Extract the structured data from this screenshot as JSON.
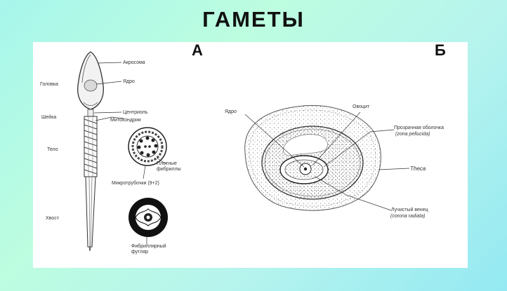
{
  "title": "ГАМЕТЫ",
  "panel_a": {
    "letter": "А",
    "left_labels": [
      "Головка",
      "Шейка",
      "Тело",
      "Хвост"
    ],
    "right_labels": {
      "acrosome": "Акросома",
      "nucleus": "Ядро",
      "centriole": "Центриоль",
      "mitochondria": "Митохондрии",
      "dense_fibrils": [
        "Плотные",
        "фибриллы"
      ],
      "microtubules": "Микротрубочки (9+2)",
      "fibrillar_sheath": [
        "Фибриллярный",
        "футляр"
      ]
    }
  },
  "panel_b": {
    "letter": "Б",
    "labels": {
      "nucleus": "Ядро",
      "oocyte": "Овоцит",
      "zona": [
        "Прозрачная оболочка",
        "(zona pellucida)"
      ],
      "theca": "Theca",
      "corona": [
        "Лучистый венец",
        "(corona radiata)"
      ]
    }
  }
}
